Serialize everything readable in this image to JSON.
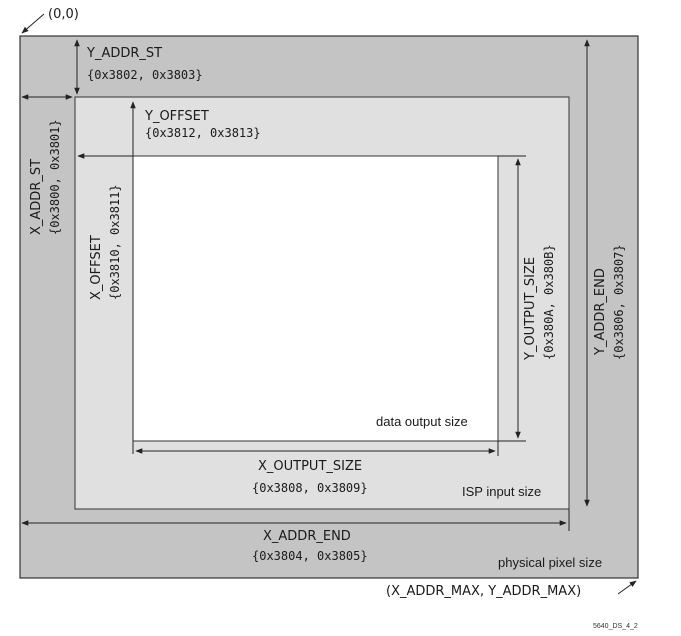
{
  "colors": {
    "physical_fill": "#c4c4c4",
    "isp_fill": "#e0e0e0",
    "output_fill": "#ffffff",
    "border": "#333333"
  },
  "labels": {
    "origin": "(0,0)",
    "max_corner": "(X_ADDR_MAX, Y_ADDR_MAX)",
    "y_addr_st": "Y_ADDR_ST",
    "y_addr_st_reg": "{0x3802, 0x3803}",
    "x_addr_st": "X_ADDR_ST",
    "x_addr_st_reg": "{0x3800, 0x3801}",
    "y_offset": "Y_OFFSET",
    "y_offset_reg": "{0x3812, 0x3813}",
    "x_offset": "X_OFFSET",
    "x_offset_reg": "{0x3810, 0x3811}",
    "y_output_size": "Y_OUTPUT_SIZE",
    "y_output_size_reg": "{0x380A, 0x380B}",
    "y_addr_end": "Y_ADDR_END",
    "y_addr_end_reg": "{0x3806, 0x3807}",
    "x_output_size": "X_OUTPUT_SIZE",
    "x_output_size_reg": "{0x3808, 0x3809}",
    "x_addr_end": "X_ADDR_END",
    "x_addr_end_reg": "{0x3804, 0x3805}",
    "data_output_size": "data output size",
    "isp_input_size": "ISP input size",
    "physical_pixel_size": "physical pixel size",
    "figure_id": "5640_DS_4_2"
  }
}
